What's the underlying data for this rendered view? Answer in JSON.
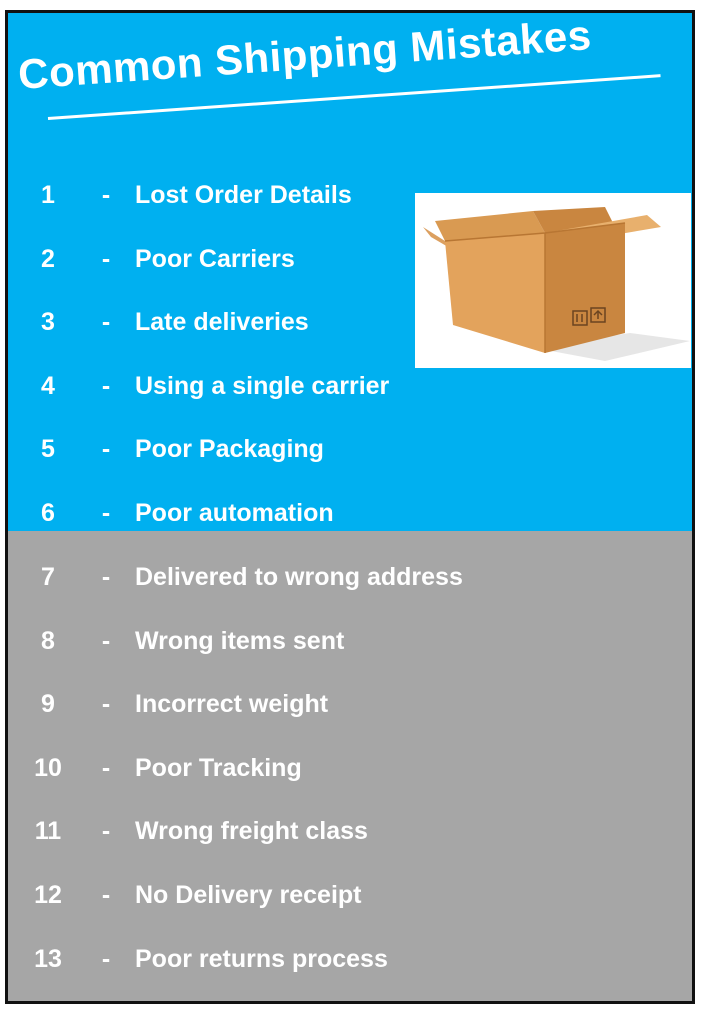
{
  "title": "Common Shipping Mistakes",
  "colors": {
    "top_band": "#00b0f0",
    "bottom_band": "#a6a6a6",
    "text": "#ffffff",
    "border": "#111111",
    "box_main": "#e3a35c",
    "box_dark": "#c98640"
  },
  "image": {
    "icon": "cardboard-box-icon"
  },
  "items": [
    {
      "number": "1",
      "dash": "-",
      "label": "Lost Order Details"
    },
    {
      "number": "2",
      "dash": "-",
      "label": "Poor Carriers"
    },
    {
      "number": "3",
      "dash": "-",
      "label": "Late deliveries"
    },
    {
      "number": "4",
      "dash": "-",
      "label": "Using a single carrier"
    },
    {
      "number": "5",
      "dash": "-",
      "label": "Poor Packaging"
    },
    {
      "number": "6",
      "dash": "-",
      "label": "Poor automation"
    },
    {
      "number": "7",
      "dash": "-",
      "label": "Delivered to wrong address"
    },
    {
      "number": "8",
      "dash": "-",
      "label": "Wrong items sent"
    },
    {
      "number": "9",
      "dash": "-",
      "label": "Incorrect weight"
    },
    {
      "number": "10",
      "dash": "-",
      "label": "Poor Tracking"
    },
    {
      "number": "11",
      "dash": "-",
      "label": "Wrong freight class"
    },
    {
      "number": "12",
      "dash": "-",
      "label": "No Delivery receipt"
    },
    {
      "number": "13",
      "dash": "-",
      "label": "Poor returns process"
    }
  ]
}
